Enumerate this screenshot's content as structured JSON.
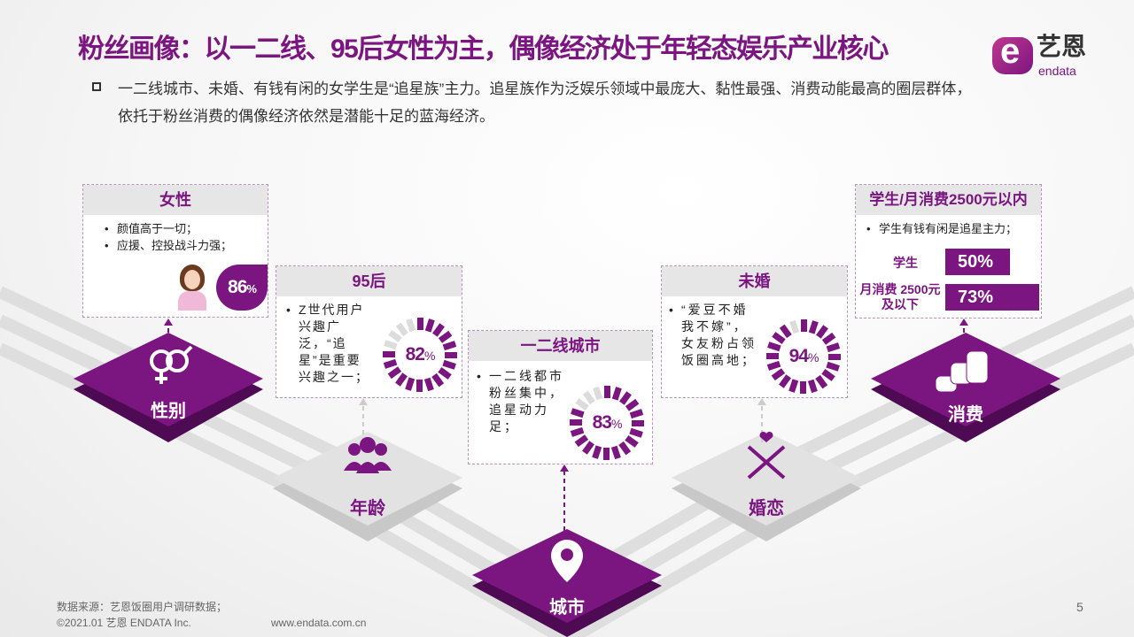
{
  "title": "粉丝画像：以一二线、95后女性为主，偶像经济处于年轻态娱乐产业核心",
  "logo": {
    "cn": "艺恩",
    "en": "endata"
  },
  "intro": [
    "一二线城市、未婚、有钱有闲的女学生是“追星族”主力。追星族作为泛娱乐领域中最庞大、黏性最强、消费动能最高的圈层群体，",
    "依托于粉丝消费的偶像经济依然是潜能十足的蓝海经济。"
  ],
  "cards": {
    "gender": {
      "title": "女性",
      "lines": [
        "颜值高于一切；",
        "应援、控投战斗力强；"
      ],
      "value": "86",
      "unit": "%"
    },
    "age": {
      "title": "95后",
      "lines": [
        "Z世代用户兴趣广泛，“追星”是重要兴趣之一；"
      ],
      "value": 82,
      "unit": "%"
    },
    "city": {
      "title": "一二线城市",
      "lines": [
        "一二线都市粉丝集中，追星动力足；"
      ],
      "value": 83,
      "unit": "%"
    },
    "marriage": {
      "title": "未婚",
      "lines": [
        "“爱豆不婚我不嫁”，女友粉占领饭圈高地；"
      ],
      "value": 94,
      "unit": "%"
    },
    "spend": {
      "title": "学生/月消费2500元以内",
      "lines": [
        "学生有钱有闲是追星主力；"
      ],
      "stats": [
        {
          "label": "学生",
          "value": "50%",
          "fraction": 0.5
        },
        {
          "label": "月消费 2500元及以下",
          "value": "73%",
          "fraction": 0.73
        }
      ]
    }
  },
  "platforms": {
    "gender": "性别",
    "age": "年龄",
    "city": "城市",
    "marriage": "婚恋",
    "spend": "消费"
  },
  "colors": {
    "accent": "#7b1580",
    "grey": "#dcdcdc"
  },
  "footer": {
    "source": "数据来源：艺恩饭圈用户调研数据；",
    "copyright": "©2021.01 艺恩 ENDATA Inc.",
    "url": "www.endata.com.cn",
    "page": "5"
  }
}
